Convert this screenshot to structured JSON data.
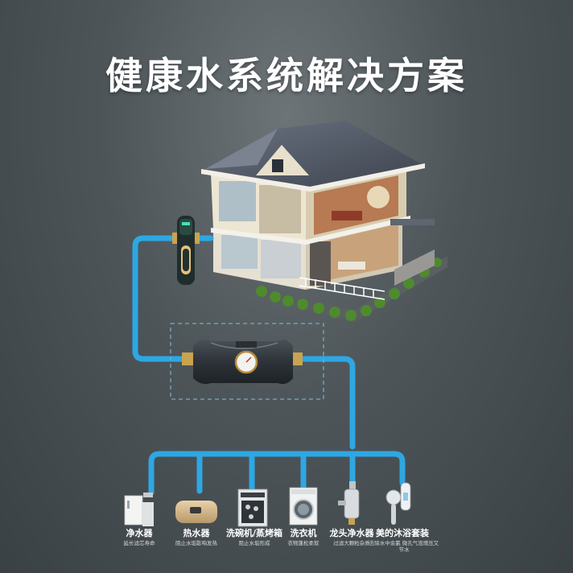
{
  "title": "健康水系统解决方案",
  "appliances": [
    {
      "name": "净水器",
      "desc": "延长滤芯寿命"
    },
    {
      "name": "热水器",
      "desc": "阻止水垢影响发热"
    },
    {
      "name": "洗碗机/蒸烤箱",
      "desc": "阻止水垢形成"
    },
    {
      "name": "洗衣机",
      "desc": "衣物蓬松柔软"
    },
    {
      "name": "龙头净水器",
      "desc": "过滤大颗粒杂质"
    },
    {
      "name": "美的沐浴套装",
      "desc": "去除水中余氯 微孔气泡增压又节水"
    }
  ],
  "colors": {
    "pipe": "#2ea7e3",
    "background": "#4d5559",
    "title": "#ffffff"
  }
}
